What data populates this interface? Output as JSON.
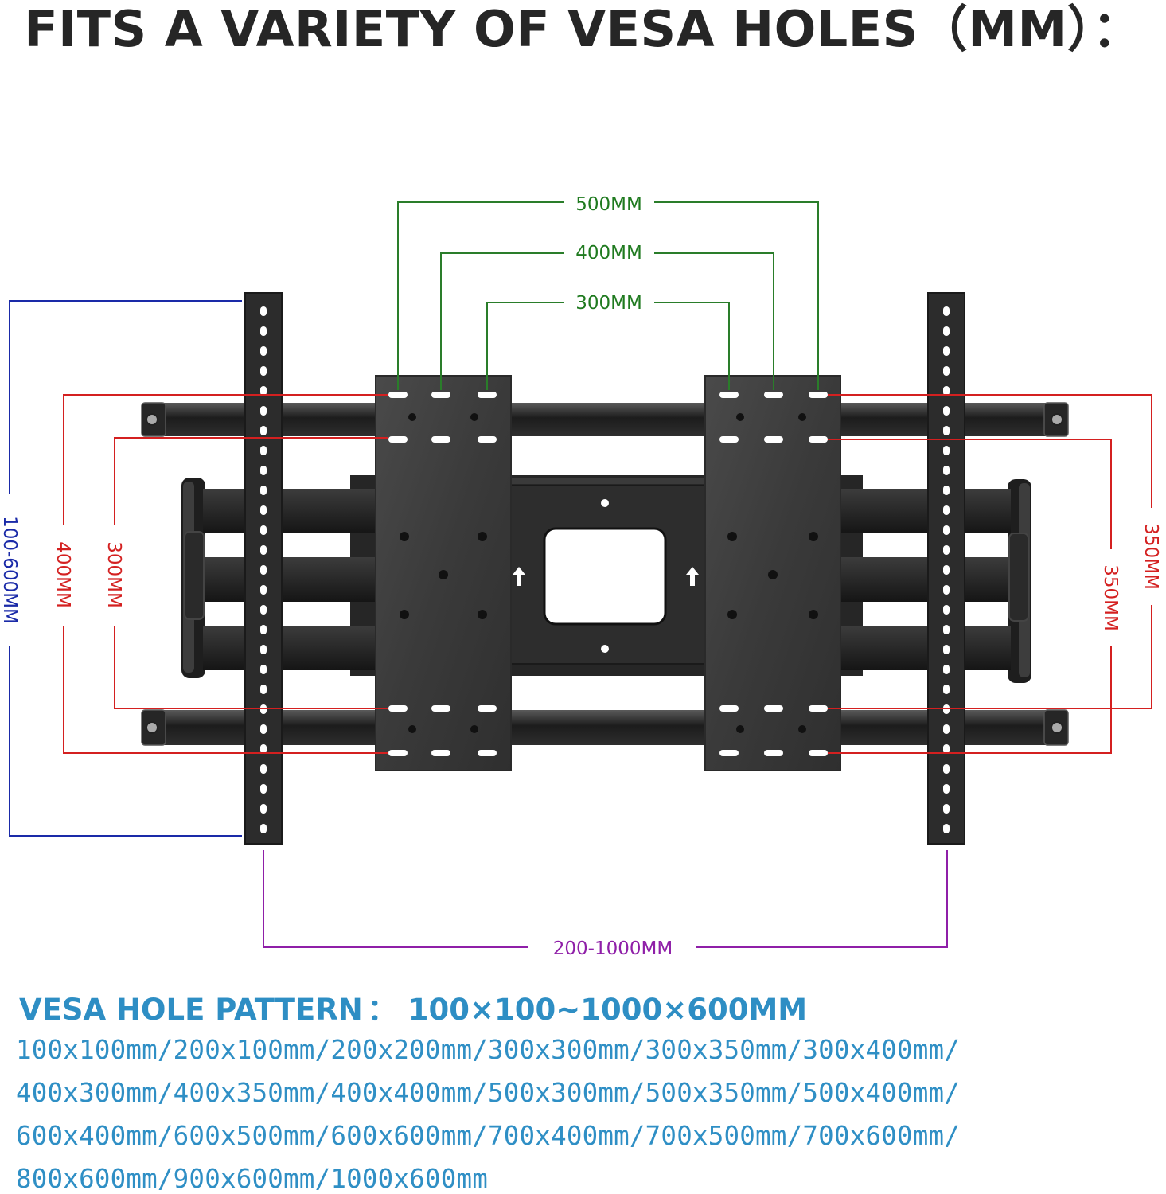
{
  "title": "FITS A VARIETY OF VESA HOLES（MM）：",
  "colors": {
    "title": "#262626",
    "horizontal_dims": "#1f7a1f",
    "vertical_red_dims": "#d42020",
    "vertical_blue_dim": "#1a2aa8",
    "bottom_dim": "#8f1fa8",
    "footer_text": "#2e8ec4",
    "mount_metal": "#3a3a3a"
  },
  "dimensions": {
    "top_widths": [
      "500MM",
      "400MM",
      "300MM"
    ],
    "left_heights": [
      "100-600MM",
      "400MM",
      "300MM"
    ],
    "right_heights": [
      "350MM",
      "350MM"
    ],
    "bottom_width": "200-1000MM"
  },
  "footer": {
    "heading_label": "VESA HOLE PATTERN",
    "heading_sep": "：",
    "heading_value": "100×100~1000×600MM",
    "pattern_lines": [
      "100x100mm/200x100mm/200x200mm/300x300mm/300x350mm/300x400mm/",
      "400x300mm/400x350mm/400x400mm/500x300mm/500x350mm/500x400mm/",
      "600x400mm/600x500mm/600x600mm/700x400mm/700x500mm/700x600mm/",
      "800x600mm/900x600mm/1000x600mm"
    ]
  }
}
